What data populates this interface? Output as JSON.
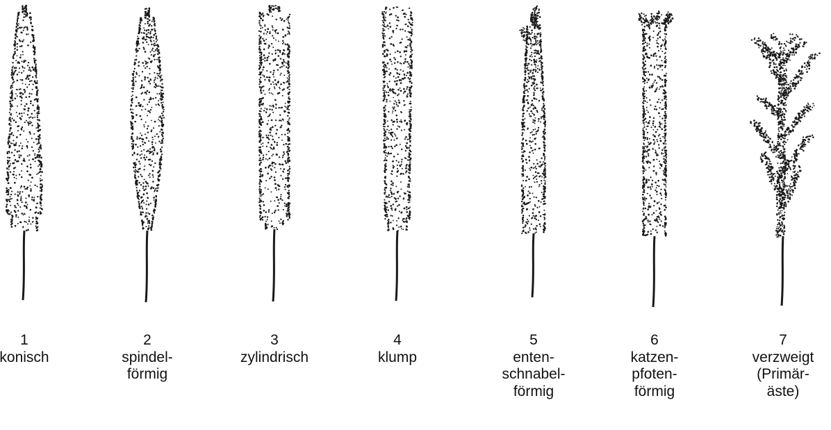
{
  "figure": {
    "ink_color": "#1a1a1a",
    "background": "#ffffff",
    "items": [
      {
        "number": "1",
        "lines": [
          "konisch"
        ]
      },
      {
        "number": "2",
        "lines": [
          "spindel-",
          "förmig"
        ]
      },
      {
        "number": "3",
        "lines": [
          "zylindrisch"
        ]
      },
      {
        "number": "4",
        "lines": [
          "klump"
        ]
      },
      {
        "number": "5",
        "lines": [
          "enten-",
          "schnabel-",
          "förmig"
        ]
      },
      {
        "number": "6",
        "lines": [
          "katzen-",
          "pfoten-",
          "förmig"
        ]
      },
      {
        "number": "7",
        "lines": [
          "verzweigt",
          "(Primär-",
          "äste)"
        ]
      }
    ]
  }
}
